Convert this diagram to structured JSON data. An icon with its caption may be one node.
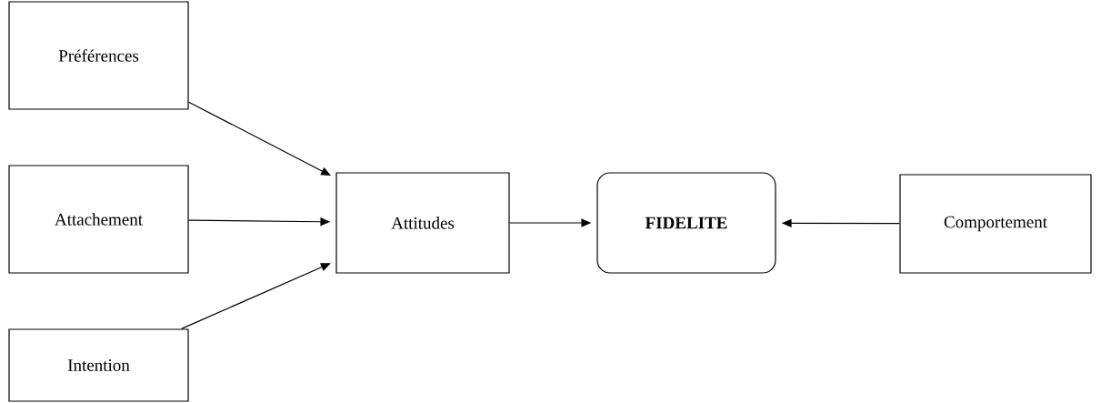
{
  "diagram": {
    "nodes": [
      {
        "text": [
          "Préférences"
        ]
      },
      {
        "text": [
          "Attachement"
        ]
      },
      {
        "text": [
          "Intention"
        ]
      },
      {
        "text": [
          "Attitudes"
        ]
      },
      {
        "text": [
          "FIDELITE"
        ]
      },
      {
        "text": [
          "Comportement"
        ]
      }
    ],
    "edges": [
      {
        "from": 0,
        "to": 3,
        "arrow": "to"
      },
      {
        "from": 1,
        "to": 3,
        "arrow": "to"
      },
      {
        "from": 2,
        "to": 3,
        "arrow": "to"
      },
      {
        "from": 3,
        "to": 4,
        "arrow": "to"
      },
      {
        "from": 5,
        "to": 4,
        "arrow": "to"
      }
    ]
  }
}
